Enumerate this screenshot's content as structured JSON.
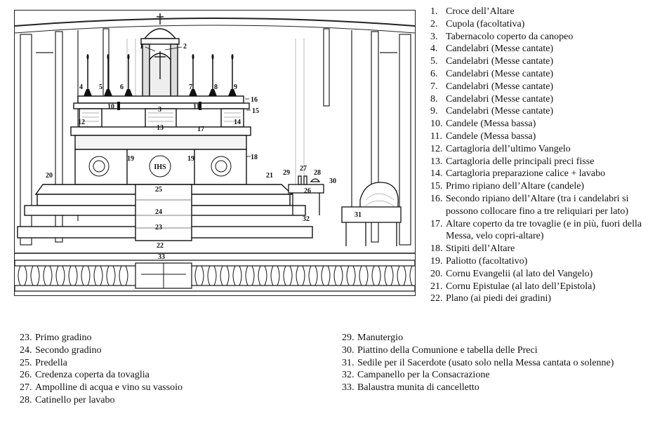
{
  "diagram": {
    "labels": [
      "1",
      "2",
      "3",
      "4",
      "5",
      "6",
      "7",
      "8",
      "9",
      "10",
      "11",
      "12",
      "13",
      "14",
      "15",
      "16",
      "17",
      "18",
      "19",
      "19",
      "20",
      "21",
      "22",
      "23",
      "24",
      "25",
      "26",
      "27",
      "28",
      "29",
      "30",
      "31",
      "32",
      "33"
    ],
    "antependium_text": "IHS"
  },
  "legend_right": [
    {
      "n": "1.",
      "t": "Croce dell’Altare"
    },
    {
      "n": "2.",
      "t": "Cupola (facoltativa)"
    },
    {
      "n": "3.",
      "t": "Tabernacolo coperto da canopeo"
    },
    {
      "n": "4.",
      "t": "Candelabri (Messe cantate)"
    },
    {
      "n": "5.",
      "t": "Candelabri (Messe cantate)"
    },
    {
      "n": "6.",
      "t": "Candelabri (Messe cantate)"
    },
    {
      "n": "7.",
      "t": "Candelabri (Messe cantate)"
    },
    {
      "n": "8.",
      "t": "Candelabri (Messe cantate)"
    },
    {
      "n": "9.",
      "t": "Candelabri (Messe cantate)"
    },
    {
      "n": "10.",
      "t": "Candele (Messa bassa)"
    },
    {
      "n": "11.",
      "t": "Candele (Messa bassa)"
    },
    {
      "n": "12.",
      "t": "Cartagloria dell’ultimo Vangelo"
    },
    {
      "n": "13.",
      "t": "Cartagloria delle principali preci fisse"
    },
    {
      "n": "14.",
      "t": "Cartagloria preparazione calice + lavabo"
    },
    {
      "n": "15.",
      "t": "Primo ripiano dell’Altare (candele)"
    },
    {
      "n": "16.",
      "t": "Secondo ripiano dell’Altare  (tra i candelabri si possono collocare fino a tre reliquiari per lato)"
    },
    {
      "n": "17.",
      "t": "Altare coperto da tre tovaglie (e in più, fuori della Messa, velo copri-altare)"
    },
    {
      "n": "18.",
      "t": "Stipiti dell’Altare"
    },
    {
      "n": "19.",
      "t": "Paliotto (facoltativo)"
    },
    {
      "n": "20.",
      "t": "Cornu Evangelii (al lato del Vangelo)"
    },
    {
      "n": "21.",
      "t": "Cornu Epistulae (al lato dell’Epistola)"
    },
    {
      "n": "22.",
      "t": "Plano (ai piedi dei gradini)"
    }
  ],
  "legend_bottom_left": [
    {
      "n": "23.",
      "t": "Primo gradino"
    },
    {
      "n": "24.",
      "t": "Secondo gradino"
    },
    {
      "n": "25.",
      "t": "Predella"
    },
    {
      "n": "26.",
      "t": "Credenza coperta da tovaglia"
    },
    {
      "n": "27.",
      "t": "Ampolline di acqua e vino su vassoio"
    },
    {
      "n": "28.",
      "t": "Catinello per lavabo"
    }
  ],
  "legend_bottom_right": [
    {
      "n": "29.",
      "t": "Manutergio"
    },
    {
      "n": "30.",
      "t": "Piattino della Comunione e tabella delle Preci"
    },
    {
      "n": "31.",
      "t": "Sedile per il Sacerdote (usato solo nella Messa cantata o solenne)"
    },
    {
      "n": "32.",
      "t": "Campanello per la Consacrazione"
    },
    {
      "n": "33.",
      "t": "Balaustra munita di cancelletto"
    }
  ]
}
